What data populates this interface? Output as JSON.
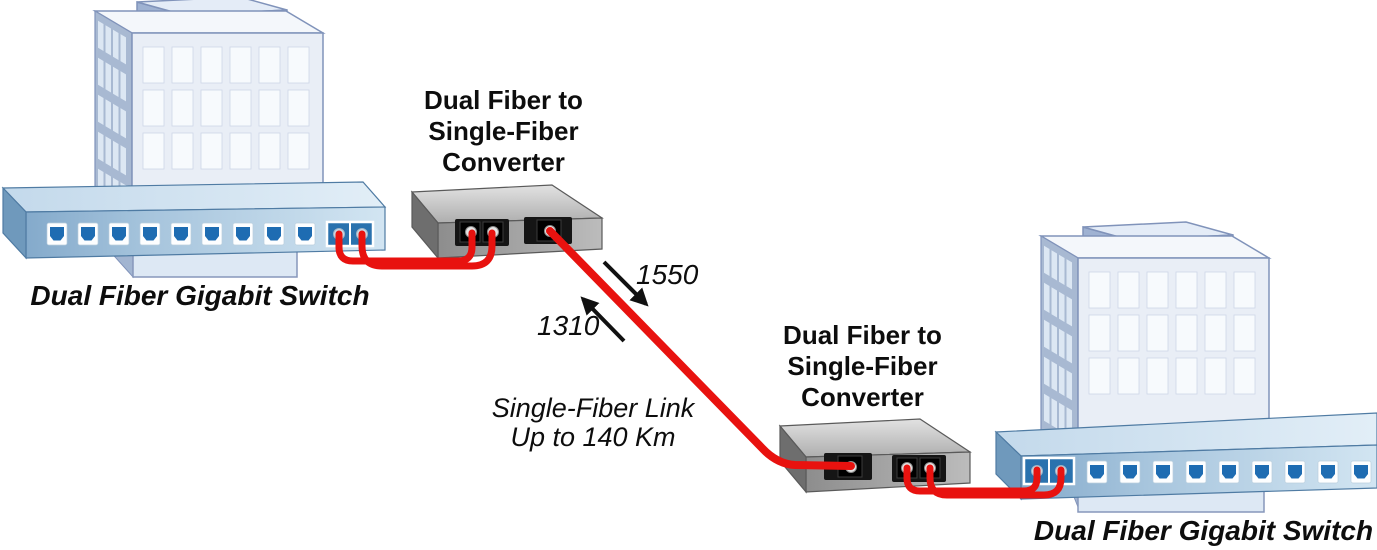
{
  "diagram": {
    "type": "fiber-network-topology",
    "nodes": {
      "switch_left": {
        "kind": "gigabit-switch",
        "label": "Dual Fiber Gigabit Switch",
        "rj45_ports": 9,
        "fiber_ports": 2
      },
      "converter_left": {
        "kind": "media-converter",
        "label": "Dual Fiber to\nSingle-Fiber\nConverter"
      },
      "converter_right": {
        "kind": "media-converter",
        "label": "Dual Fiber to\nSingle-Fiber\nConverter"
      },
      "switch_right": {
        "kind": "gigabit-switch",
        "label": "Dual Fiber Gigabit Switch",
        "rj45_ports": 9,
        "fiber_ports": 2
      }
    },
    "link": {
      "label": "Single-Fiber Link\nUp to 140 Km",
      "wavelength_right": "1550",
      "wavelength_left": "1310"
    },
    "colors": {
      "cable_red": "#e8120f",
      "text": "#0d0d0d",
      "port_blue": "#1e6cb2",
      "fiber_block_blue": "#2a72ae",
      "switch_front": "#a7c5dd",
      "building_front": "#e9eef6",
      "building_side": "#a8b9d2",
      "converter_front": "#9e9e9e"
    }
  }
}
